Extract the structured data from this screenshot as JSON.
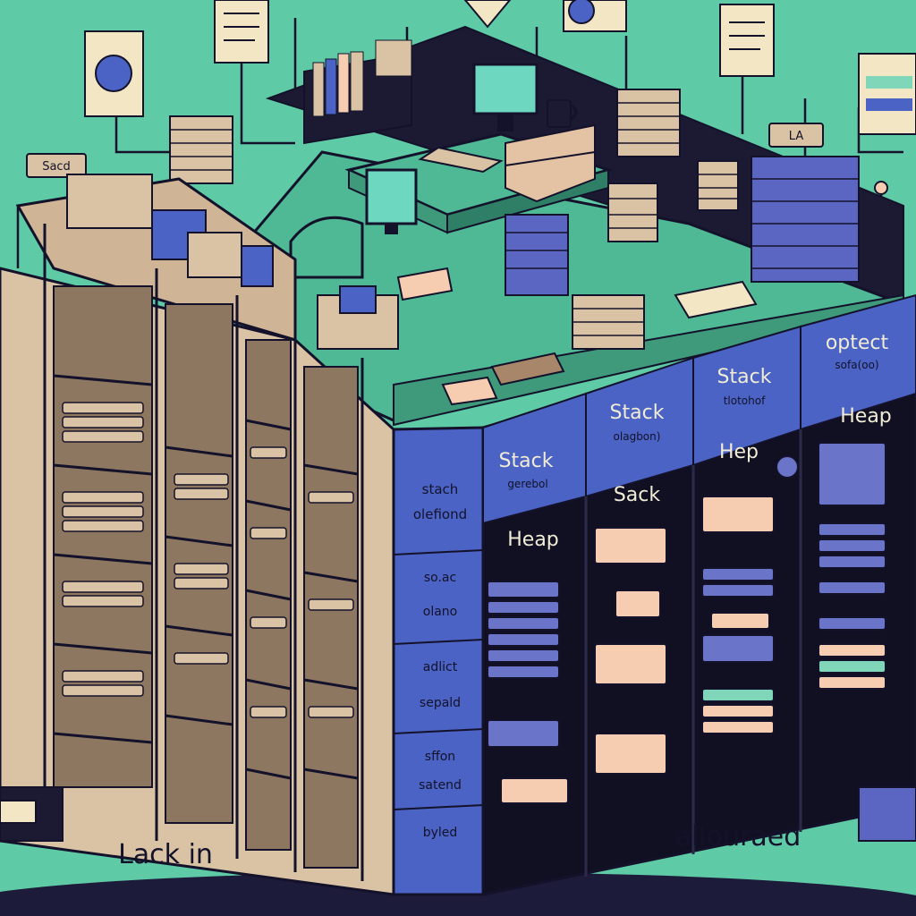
{
  "colors": {
    "background": "#5fcaa6",
    "ink": "#14122a",
    "shelf_beige": "#d9c3a4",
    "shelf_shade": "#b79d80",
    "panel_blue": "#4a63c4",
    "dark": "#111022",
    "block_peach": "#f6cdb0",
    "block_blue": "#6a74c8",
    "label_text": "#f1ecd6"
  },
  "labels": {
    "top_left_tag": "Sacd",
    "top_right_tag": "LA",
    "front_lower_left": "Lack in",
    "front_lower_right": "allouraed",
    "side_label_1a": "stach",
    "side_label_1b": "olefiond",
    "side_label_2a": "so.ac",
    "side_label_2b": "olano",
    "side_label_3a": "adlict",
    "side_label_3b": "sepald",
    "side_label_4a": "sffon",
    "side_label_4b": "satend",
    "side_label_5": "byled",
    "col1_header": "Stack",
    "col1_sub": "gerebol",
    "col2_header": "Stack",
    "col2_sub": "olagbon)",
    "col3_header": "Stack",
    "col3_sub": "tlotohof",
    "col4_header": "optect",
    "col4_sub": "sofa(oo)",
    "col1_heap": "Heap",
    "col2_heap": "Sack",
    "col3_heap": "Hep",
    "col4_heap": "Heap"
  }
}
